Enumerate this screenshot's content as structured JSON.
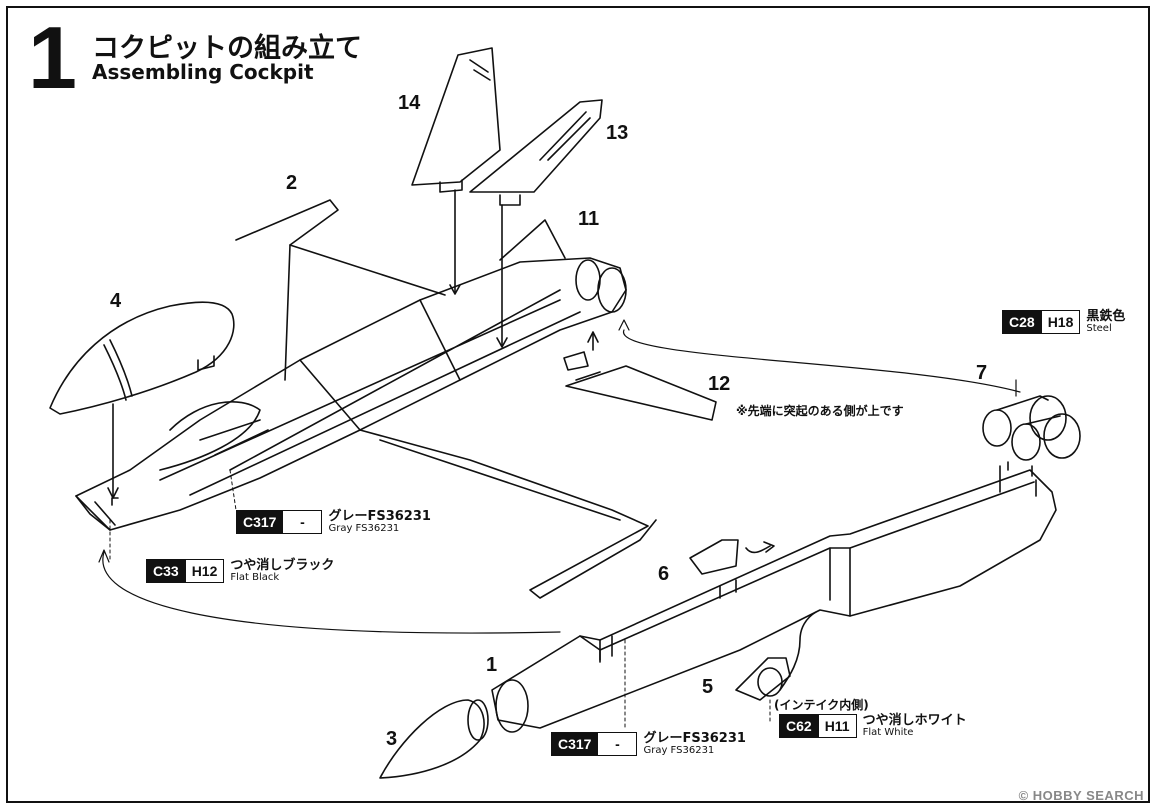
{
  "step": {
    "number": "1",
    "title_jp": "コクピットの組み立て",
    "title_en": "Assembling Cockpit"
  },
  "part_labels": {
    "p1": "1",
    "p2": "2",
    "p3": "3",
    "p4": "4",
    "p5": "5",
    "p6": "6",
    "p7": "7",
    "p11": "11",
    "p12": "12",
    "p13": "13",
    "p14": "14"
  },
  "notes": {
    "part12_note": "※先端に突起のある側が上です",
    "intake_note": "(インテイク内側)"
  },
  "paints": {
    "steel": {
      "c": "C28",
      "h": "H18",
      "jp": "黒鉄色",
      "en": "Steel"
    },
    "gray_upper": {
      "c": "C317",
      "h": "-",
      "jp": "グレーFS36231",
      "en": "Gray FS36231"
    },
    "flat_black": {
      "c": "C33",
      "h": "H12",
      "jp": "つや消しブラック",
      "en": "Flat Black"
    },
    "gray_lower": {
      "c": "C317",
      "h": "-",
      "jp": "グレーFS36231",
      "en": "Gray FS36231"
    },
    "flat_white": {
      "c": "C62",
      "h": "H11",
      "jp": "つや消しホワイト",
      "en": "Flat White"
    }
  },
  "watermark": "© HOBBY SEARCH",
  "colors": {
    "ink": "#111111",
    "paper": "#ffffff"
  }
}
